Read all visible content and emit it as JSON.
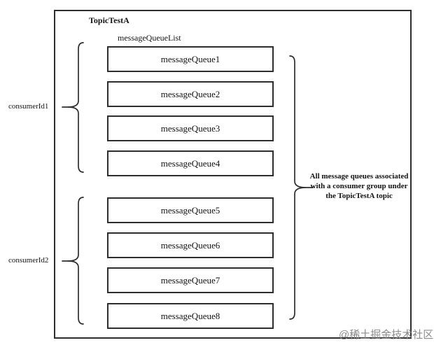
{
  "diagram": {
    "topic_title": "TopicTestA",
    "list_label": "messageQueueList",
    "queues": [
      "messageQueue1",
      "messageQueue2",
      "messageQueue3",
      "messageQueue4",
      "messageQueue5",
      "messageQueue6",
      "messageQueue7",
      "messageQueue8"
    ],
    "consumer_groups": [
      {
        "label": "consumerId1",
        "queues": [
          "messageQueue1",
          "messageQueue2",
          "messageQueue3",
          "messageQueue4"
        ]
      },
      {
        "label": "consumerId2",
        "queues": [
          "messageQueue5",
          "messageQueue6",
          "messageQueue7",
          "messageQueue8"
        ]
      }
    ],
    "annotation": {
      "lines": [
        "All message queues associated",
        "with a consumer group under",
        "the TopicTestA topic"
      ]
    },
    "watermark": "@稀土掘金技术社区",
    "colors": {
      "line": "#2e2e2e",
      "text": "#141414",
      "watermark": "#8c8c8c",
      "background": "#ffffff"
    }
  }
}
